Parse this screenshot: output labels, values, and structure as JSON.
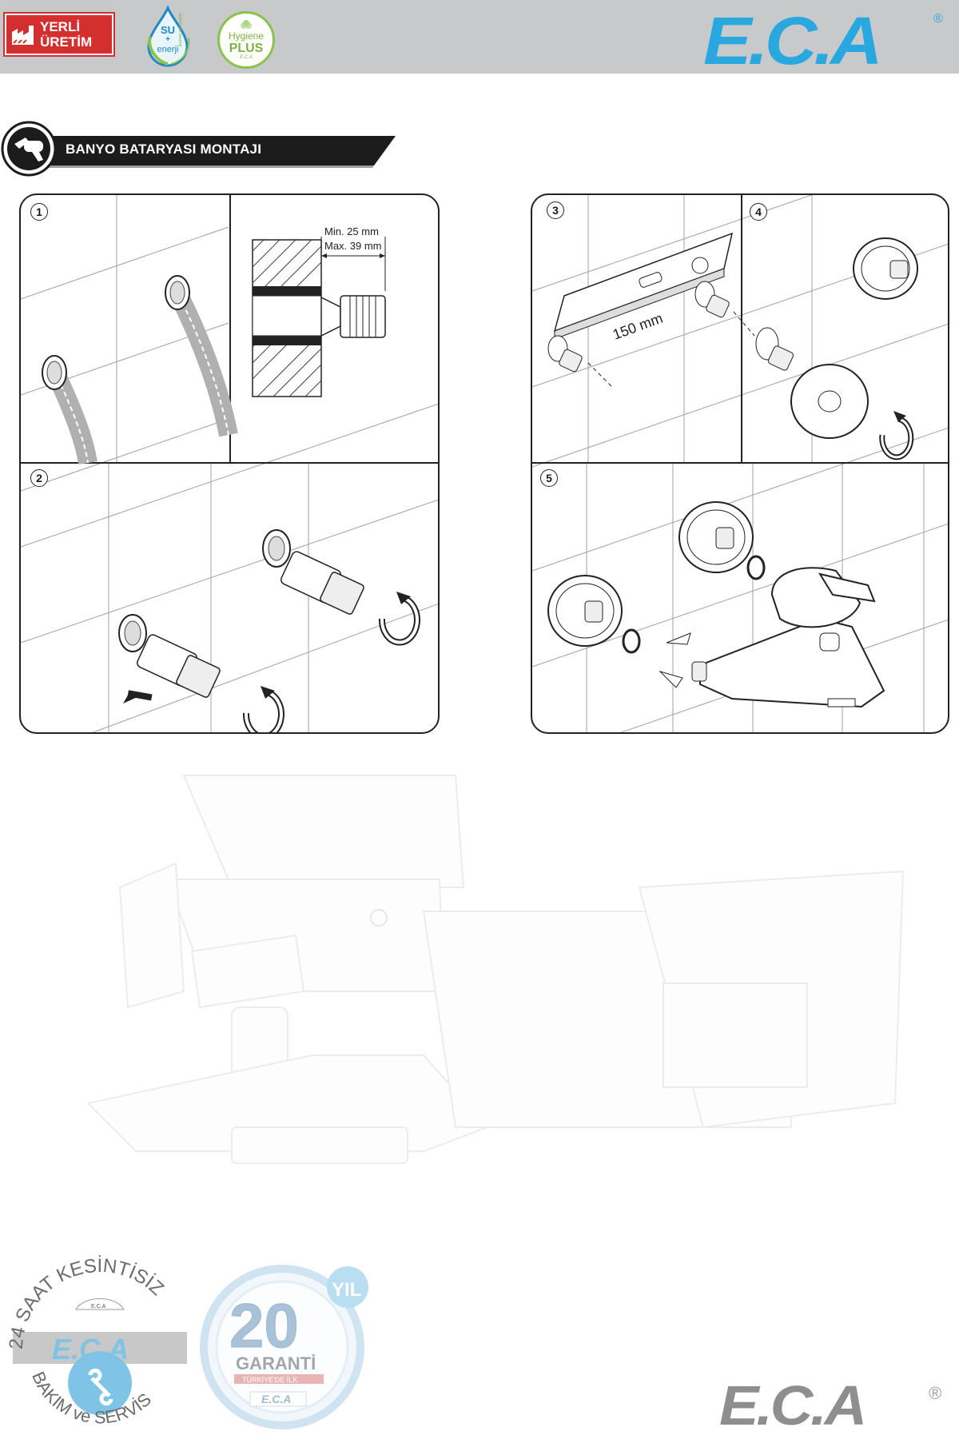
{
  "header": {
    "badge_yerli": {
      "line1": "YERLİ",
      "line2": "ÜRETİM"
    },
    "badge_su": {
      "line1": "SU",
      "line2": "+",
      "line3": "enerji",
      "ring_text": "maksimum tasarruf"
    },
    "badge_hygiene": {
      "line1": "Hygiene",
      "line2": "PLUS",
      "line3": "E.C.A"
    },
    "brand": {
      "logo": "E.C.A",
      "registered": "®"
    }
  },
  "section": {
    "title": "BANYO BATARYASI MONTAJI",
    "icon": "wrench-hand-icon"
  },
  "steps": [
    {
      "number": "1"
    },
    {
      "number": "2"
    },
    {
      "number": "3",
      "label": "150 mm"
    },
    {
      "number": "4"
    },
    {
      "number": "5"
    }
  ],
  "step1_note": {
    "line1": "Min. 25 mm",
    "line2": "Max. 39 mm"
  },
  "footer": {
    "service_badge": {
      "arc_top": "24 SAAT KESİNTİSİZ",
      "logo": "E.C.A",
      "arc_bottom": "BAKIM ve SERVİS"
    },
    "warranty_badge": {
      "number": "20",
      "unit": "YIL",
      "label": "GARANTİ",
      "sub": "TÜRKİYE'DE İLK",
      "logo": "E.C.A"
    },
    "brand": {
      "logo": "E.C.A",
      "registered": "®"
    }
  },
  "colors": {
    "brand_blue": "#29a8e0",
    "topbar_gray": "#c7c9cb",
    "yerli_red": "#d32f2f",
    "hygiene_green": "#7cb342",
    "su_blue": "#1e88c8"
  }
}
